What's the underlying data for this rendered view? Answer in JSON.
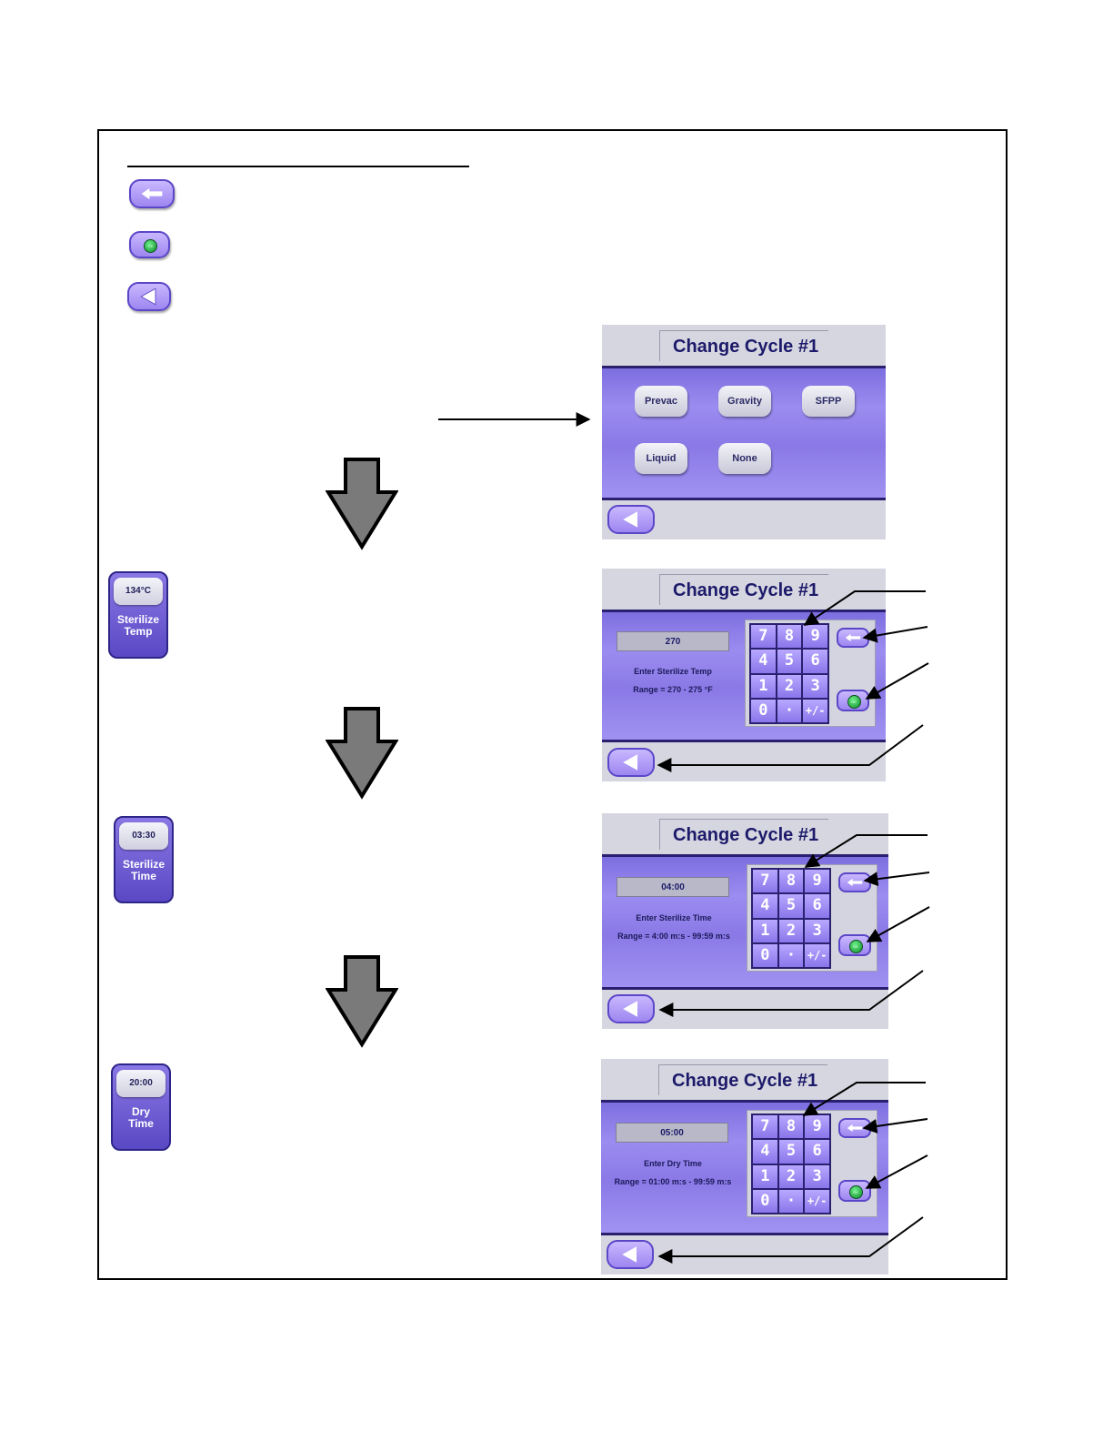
{
  "screens": [
    {
      "title": "Change Cycle #1",
      "cycle_buttons": [
        "Prevac",
        "Gravity",
        "SFPP",
        "Liquid",
        "None"
      ]
    },
    {
      "title": "Change Cycle #1",
      "value": "270",
      "prompt": "Enter Sterilize Temp",
      "range": "Range = 270 - 275 °F"
    },
    {
      "title": "Change Cycle #1",
      "value": "04:00",
      "prompt": "Enter Sterilize Time",
      "range": "Range = 4:00 m:s - 99:59 m:s"
    },
    {
      "title": "Change Cycle #1",
      "value": "05:00",
      "prompt": "Enter Dry Time",
      "range": "Range = 01:00 m:s - 99:59 m:s"
    }
  ],
  "keypad": [
    "7",
    "8",
    "9",
    "4",
    "5",
    "6",
    "1",
    "2",
    "3",
    "0",
    "·",
    "+/-"
  ],
  "ok_label": "OK",
  "tiles": [
    {
      "value": "134°C",
      "label_line1": "Sterilize",
      "label_line2": "Temp"
    },
    {
      "value": "03:30",
      "label_line1": "Sterilize",
      "label_line2": "Time"
    },
    {
      "value": "20:00",
      "label_line1": "Dry",
      "label_line2": "Time"
    }
  ],
  "icons": {
    "backspace": "left-arrow-icon",
    "ok": "ok-green-dot-icon",
    "back": "left-triangle-icon",
    "flow": "down-arrow-icon"
  },
  "colors": {
    "button_purple": "#9d86f0",
    "band_purple": "#8a79e6",
    "navy": "#1c1a6a",
    "ok_green": "#1fb84a",
    "arrow_gray": "#7a7a7a"
  }
}
